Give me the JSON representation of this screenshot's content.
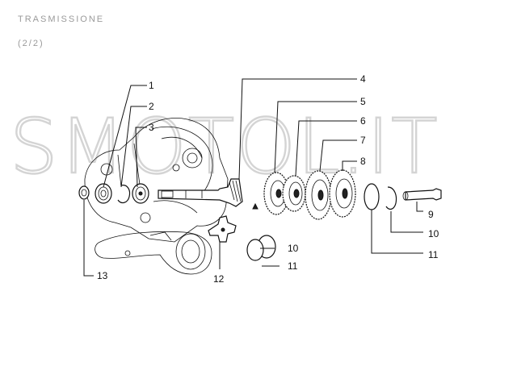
{
  "header": {
    "line1": "TRASMISSIONE",
    "line2": "(2/2)"
  },
  "watermark": "SMOTOL.IT",
  "callouts": [
    {
      "id": "1",
      "label": "1"
    },
    {
      "id": "2",
      "label": "2"
    },
    {
      "id": "3",
      "label": "3"
    },
    {
      "id": "4",
      "label": "4"
    },
    {
      "id": "5",
      "label": "5"
    },
    {
      "id": "6",
      "label": "6"
    },
    {
      "id": "7",
      "label": "7"
    },
    {
      "id": "8",
      "label": "8"
    },
    {
      "id": "9",
      "label": "9"
    },
    {
      "id": "10a",
      "label": "10"
    },
    {
      "id": "11a",
      "label": "11"
    },
    {
      "id": "10b",
      "label": "10"
    },
    {
      "id": "11b",
      "label": "11"
    },
    {
      "id": "12",
      "label": "12"
    },
    {
      "id": "13",
      "label": "13"
    }
  ]
}
